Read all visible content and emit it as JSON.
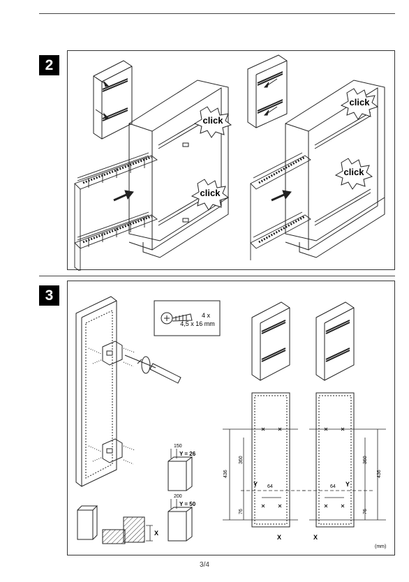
{
  "steps": {
    "two": "2",
    "three": "3"
  },
  "click_label": "click",
  "screws": {
    "count": "4 x",
    "size": "4,5 x 16 mm"
  },
  "dimensions": {
    "d150": "150",
    "y26": "Y = 26",
    "d200": "200",
    "y50": "Y = 50",
    "d436": "436",
    "d360": "360",
    "d76": "76",
    "d64": "64",
    "Y": "Y",
    "X": "X",
    "mm": "(mm)"
  },
  "page_number": "3/4"
}
